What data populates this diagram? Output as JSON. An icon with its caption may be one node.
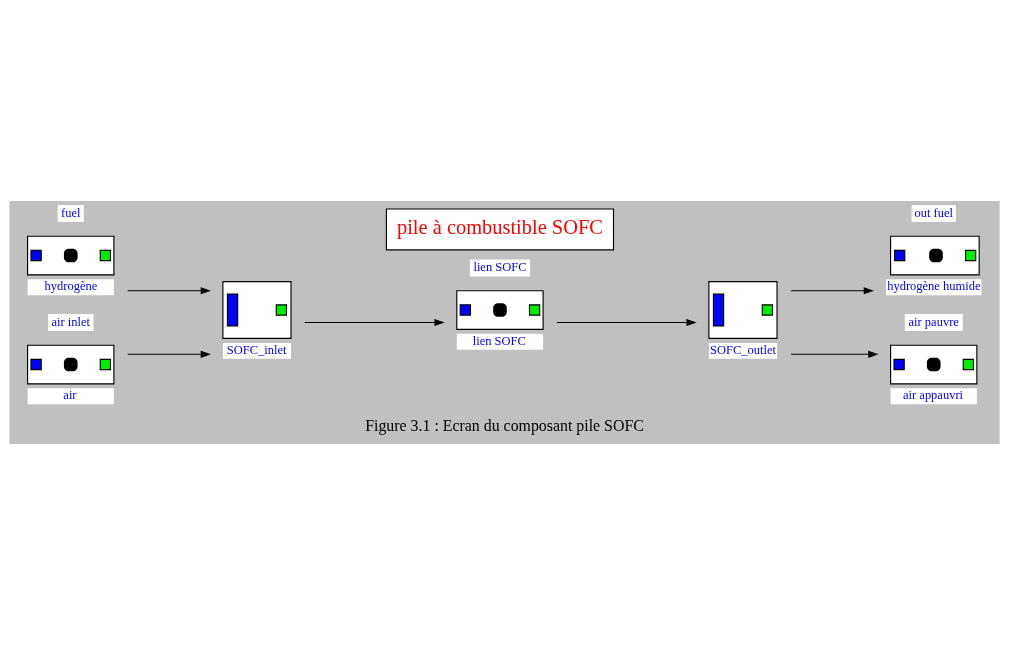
{
  "diagram": {
    "caption": "Figure 3.1 : Ecran du composant pile SOFC",
    "nodes": [
      {
        "text": [
          "hydrogène"
        ],
        "beside": [
          "fuel"
        ]
      },
      {
        "text": [
          "SOFC_inlet"
        ]
      },
      {
        "text": [
          "lien SOFC"
        ],
        "beside": [
          "lien SOFC"
        ]
      },
      {
        "text": [
          "SOFC_outlet"
        ]
      },
      {
        "text": [
          "hydrogène humide"
        ],
        "beside": [
          "out fuel"
        ]
      },
      {
        "text": [
          "air"
        ],
        "beside": [
          "air inlet"
        ]
      },
      {
        "text": [
          "air appauvri"
        ],
        "beside": [
          "air pauvre"
        ]
      }
    ],
    "edges": [
      {
        "from": 0,
        "to": 1,
        "arrow": "to"
      },
      {
        "from": 5,
        "to": 1,
        "arrow": "to"
      },
      {
        "from": 1,
        "to": 2,
        "arrow": "to"
      },
      {
        "from": 2,
        "to": 3,
        "arrow": "to"
      },
      {
        "from": 3,
        "to": 4,
        "arrow": "to"
      },
      {
        "from": 3,
        "to": 6,
        "arrow": "to"
      }
    ],
    "labels": [
      "pile à combustible SOFC"
    ]
  }
}
